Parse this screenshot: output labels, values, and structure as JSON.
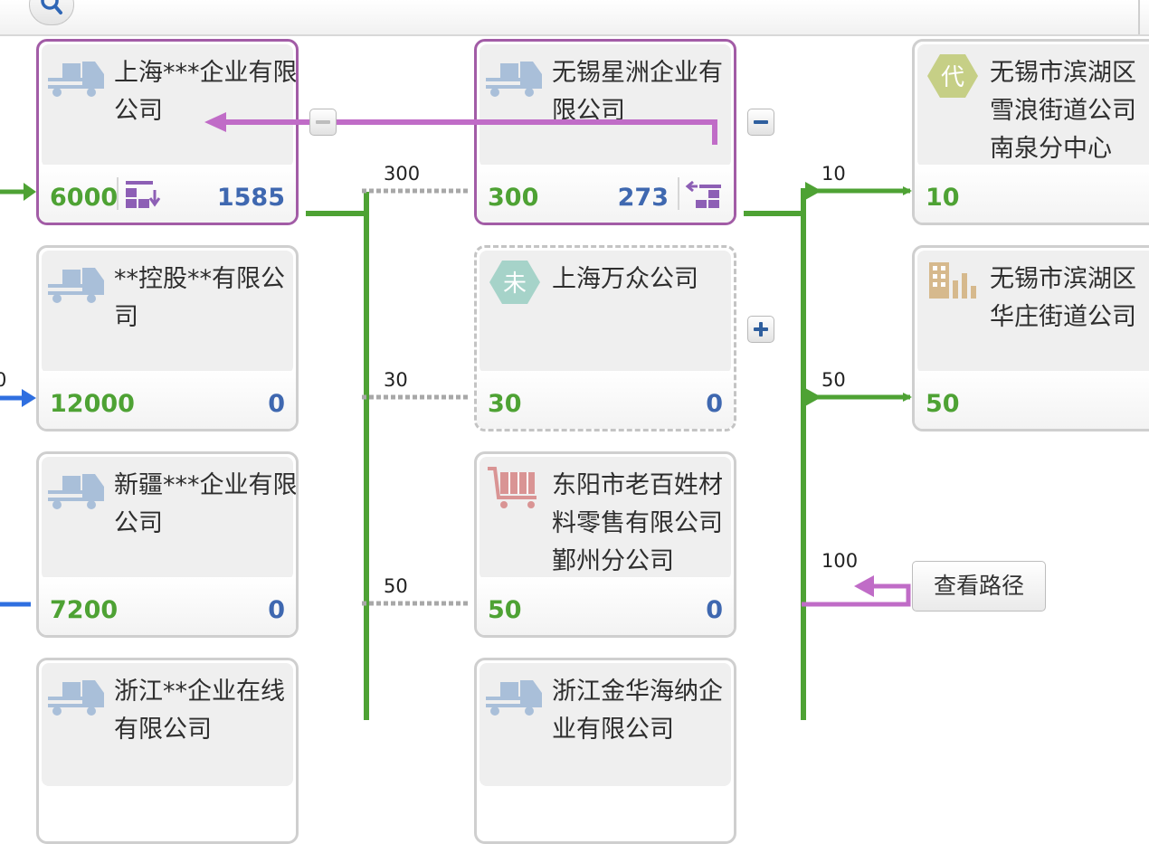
{
  "toolbar": {
    "search_icon": "search-icon"
  },
  "colors": {
    "green": "#4ea234",
    "blue": "#3f68b0",
    "purple": "#c06cc7",
    "gray_dotted": "#a8a8a8",
    "selected_border": "#a25ca6"
  },
  "nodes": [
    {
      "name": "上海***企业有限公司",
      "left_value": "6000",
      "right_value": "1585",
      "icon": "truck-icon",
      "bottom_icon": "boxes-down-icon"
    },
    {
      "name": "**控股**有限公司",
      "left_value": "12000",
      "right_value": "0",
      "icon": "truck-icon"
    },
    {
      "name": "新疆***企业有限公司",
      "left_value": "7200",
      "right_value": "0",
      "icon": "truck-icon"
    },
    {
      "name": "浙江**企业在线有限公司",
      "icon": "truck-icon"
    },
    {
      "name": "无锡星洲企业有限公司",
      "left_value": "300",
      "right_value": "273",
      "icon": "truck-icon",
      "bottom_icon": "boxes-return-icon"
    },
    {
      "name": "上海万众公司",
      "left_value": "30",
      "right_value": "0",
      "icon": "hexagon-badge-icon",
      "badge": "未"
    },
    {
      "name": "东阳市老百姓材料零售有限公司鄞州分公司",
      "left_value": "50",
      "right_value": "0",
      "icon": "cart-icon"
    },
    {
      "name": "浙江金华海纳企业有限公司",
      "icon": "truck-icon"
    },
    {
      "name": "无锡市滨湖区雪浪街道公司南泉分中心",
      "left_value": "10",
      "icon": "hexagon-badge-icon",
      "badge": "代"
    },
    {
      "name": "无锡市滨湖区华庄街道公司",
      "left_value": "50",
      "icon": "building-icon"
    }
  ],
  "edge_labels": [
    "300",
    "30",
    "50",
    "10",
    "50",
    "100",
    "0"
  ],
  "view_path_button": "查看路径"
}
